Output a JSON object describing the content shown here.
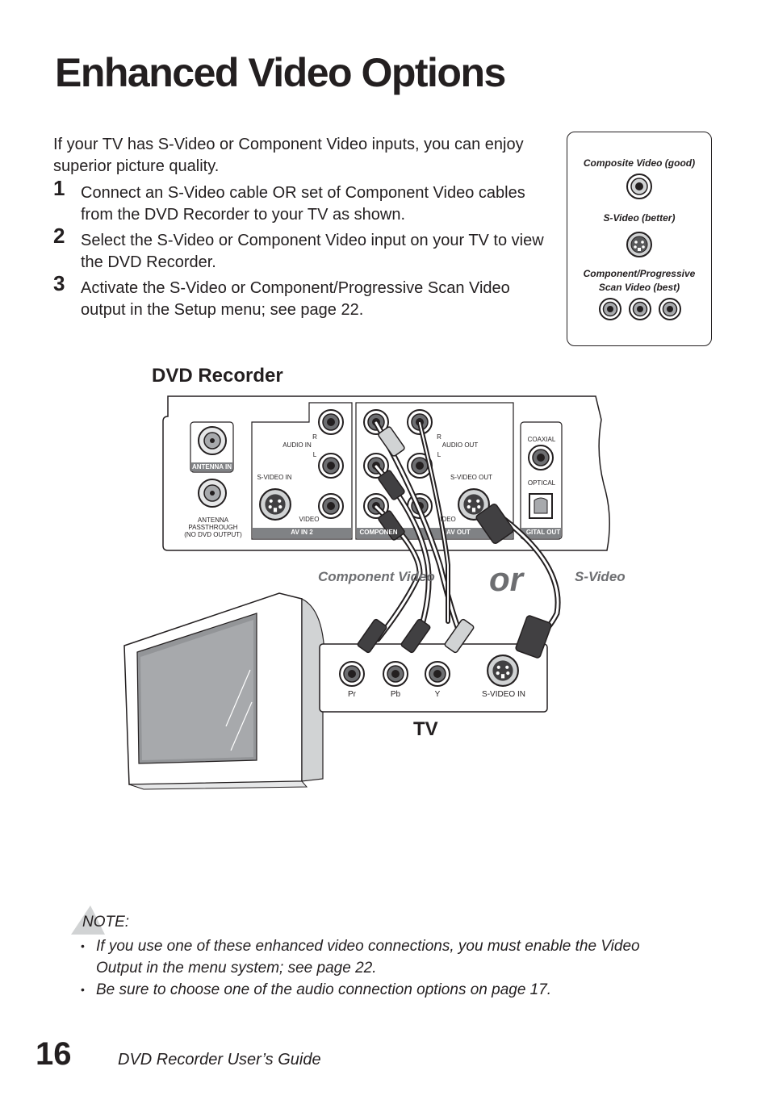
{
  "page": {
    "title": "Enhanced Video Options",
    "intro": "If your TV has S-Video or Component Video inputs, you can enjoy superior picture quality.",
    "steps": [
      {
        "number": "1",
        "text": "Connect an S-Video cable OR set of Component Video cables from the DVD Recorder to your TV as shown."
      },
      {
        "number": "2",
        "text": "Select the S-Video or Component Video input on your TV to view the DVD Recorder."
      },
      {
        "number": "3",
        "text": "Activate the S-Video or Component/Progressive Scan Video output in the Setup menu; see page 22."
      }
    ]
  },
  "legend": {
    "composite": "Composite Video (good)",
    "svideo": "S-Video (better)",
    "component": "Component/Progressive Scan Video  (best)"
  },
  "diagram": {
    "dvd_label": "DVD Recorder",
    "tv_label": "TV",
    "component_label": "Component Video",
    "or_label": "or",
    "svideo_label": "S-Video",
    "panel": {
      "antenna_in": "ANTENNA IN",
      "antenna_passthrough": "ANTENNA PASSTHROUGH (NO DVD OUTPUT)",
      "audio_in": "AUDIO IN",
      "r_left": "R",
      "l_left": "L",
      "svideo_in": "S-VIDEO IN",
      "video": "VIDEO",
      "av_in_2": "AV IN 2",
      "r_right": "R",
      "l_right": "L",
      "audio_out": "AUDIO OUT",
      "svideo_out": "S-VIDEO OUT",
      "video_right": "IDEO",
      "component": "COMPONEN",
      "av_out": "AV OUT",
      "coaxial": "COAXIAL",
      "optical": "OPTICAL",
      "digital_out": "GITAL OUT"
    },
    "tv_inputs": {
      "pr": "Pr",
      "pb": "Pb",
      "y": "Y",
      "svideo_in": "S-VIDEO IN"
    }
  },
  "note": {
    "heading": "NOTE:",
    "bullet": "•",
    "items": [
      "If you use one of these enhanced video connections, you must enable the Video Output in the menu system; see page 22.",
      "Be sure to choose one of the audio connection options on page 17."
    ]
  },
  "footer": {
    "page_number": "16",
    "guide_title": "DVD Recorder User’s Guide"
  },
  "colors": {
    "text": "#231f20",
    "label_gray": "#6d6e71",
    "panel_bar": "#808285"
  }
}
